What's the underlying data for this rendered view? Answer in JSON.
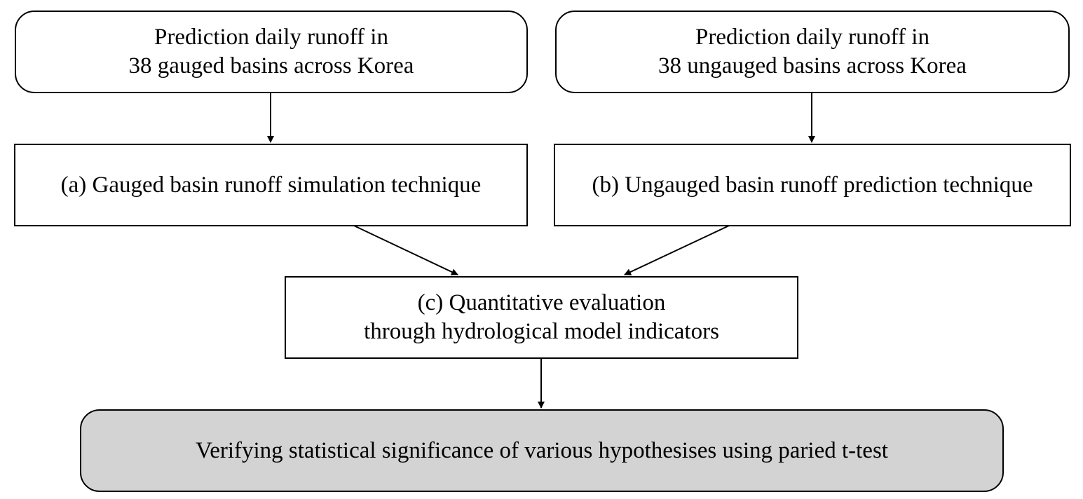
{
  "diagram": {
    "top_left": {
      "line1": "Prediction daily runoff in",
      "line2": "38 gauged basins across Korea"
    },
    "top_right": {
      "line1": "Prediction daily runoff in",
      "line2": "38 ungauged basins across Korea"
    },
    "technique_a": "(a) Gauged basin runoff simulation technique",
    "technique_b": "(b) Ungauged basin runoff prediction technique",
    "evaluation": {
      "line1": "(c) Quantitative evaluation",
      "line2": "through hydrological model indicators"
    },
    "verification": "Verifying statistical significance of various hypothesises using paried t-test",
    "colors": {
      "stroke": "#000000",
      "node_fill": "#ffffff",
      "final_fill": "#d3d3d3"
    }
  }
}
